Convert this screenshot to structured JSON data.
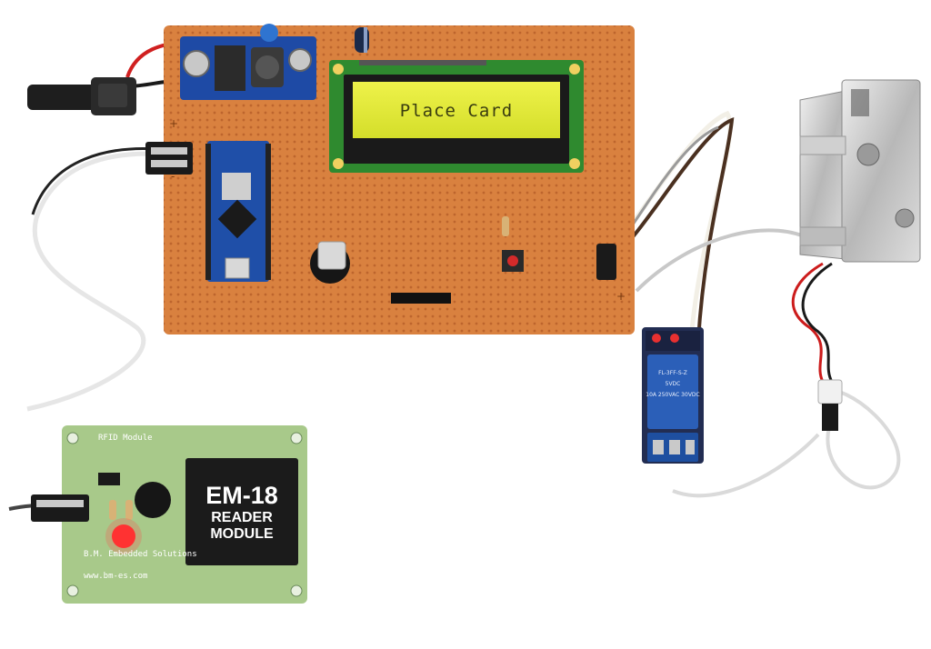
{
  "lcd": {
    "message": "Place Card"
  },
  "rfid_module": {
    "board_title": "RFID Module",
    "chip_line1": "EM-18",
    "chip_line2": "READER",
    "chip_line3": "MODULE",
    "vendor": "B.M. Embedded Solutions",
    "website": "www.bm-es.com"
  },
  "main_board": {
    "plus_mark": "+",
    "minus_mark": "-",
    "out_mark": "+"
  },
  "relay": {
    "marking_1": "FL-3FF-S-Z",
    "marking_2": "5VDC",
    "marking_3": "10A 250VAC 30VDC"
  },
  "colors": {
    "pcb_main": "#d9813f",
    "pcb_rfid": "#a8c98a",
    "lcd_screen": "#e1e93a",
    "lcd_frame": "#2f8a2f",
    "relay_blue": "#2b5fb8",
    "lock_metal": "#c9c9c9",
    "arduino_blue": "#1f4fa8"
  }
}
